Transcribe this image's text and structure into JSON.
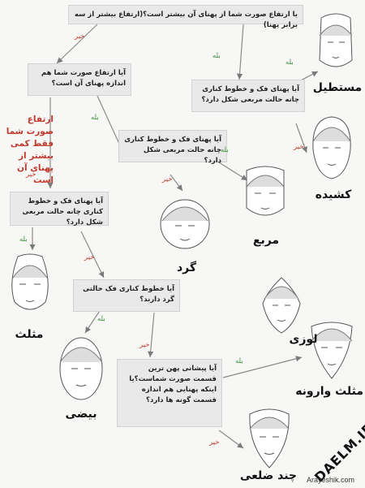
{
  "questions": {
    "q1": "یا ارتفاع صورت شما از پهنای آن بیشتر است؟(ارتفاع بیشتر از سه برابر پهنا)",
    "q2": "آیا ارتفاع صورت شما هم اندازه پهنای آن است؟",
    "q3": "آیا پهنای فک و خطوط کناری چانه حالت مربعی شکل دارد؟",
    "q4": "آیا پهنای فک و خطوط کناری چانه حالت مربعی شکل دارد؟",
    "q5": "آیا پهنای فک و خطوط کناری چانه حالت مربعی شکل دارد؟",
    "q6": "آیا خطوط کناری فک حالتی گرد دارند؟",
    "q7": "آیا پیشانی پهن ترین قسمت صورت شماست؟یا اینکه پهنایی هم اندازه قسمت گونه ها دارد؟"
  },
  "answers": {
    "yes": "بله",
    "no": "خیر"
  },
  "note": "ارتفاع صورت شما فقط کمی بیشتر از پهنای آن است",
  "shapes": {
    "rectangle": "مستطیل",
    "oblong": "کشیده",
    "square": "مربع",
    "round": "گرد",
    "triangle": "مثلث",
    "oval": "بیضی",
    "diamond": "لوزی",
    "inverted_triangle": "مثلث وارونه",
    "heart": "چند ضلعی"
  },
  "watermark": "DAELM.IR",
  "credit": "Arayeshik.com",
  "colors": {
    "yes": "#3a8f3a",
    "no": "#c0392b",
    "box": "#e9e9e9",
    "line": "#7a7a7a"
  }
}
